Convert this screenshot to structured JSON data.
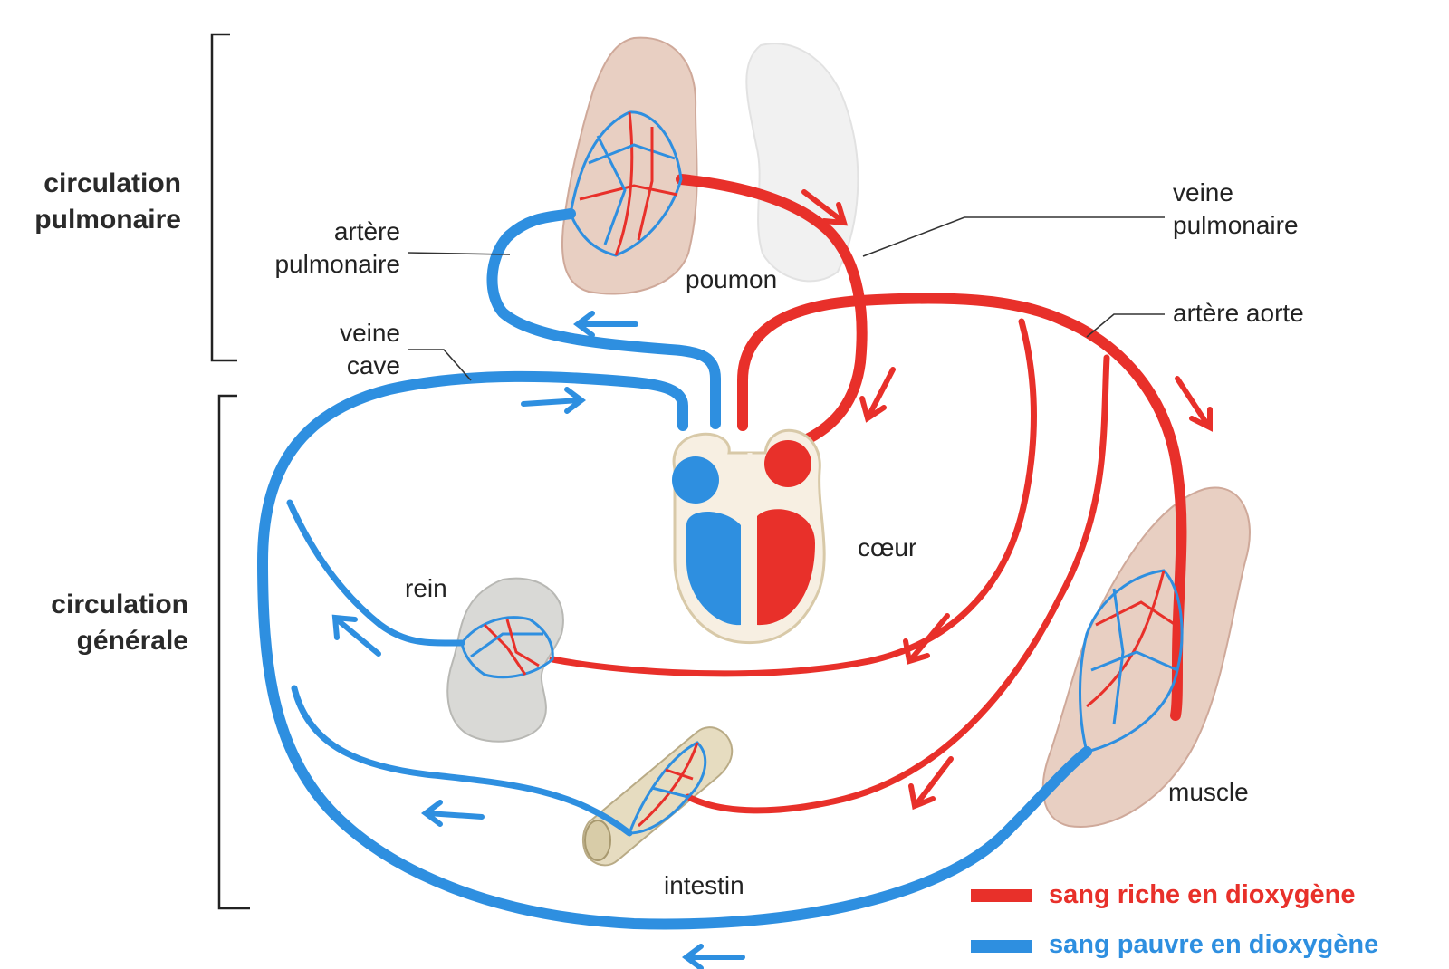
{
  "colors": {
    "oxygen_rich": "#e8302a",
    "oxygen_poor": "#2e8fe0",
    "organ_tissue": "#e8cfc2",
    "lung_white": "#f1f1f1",
    "kidney": "#d9d9d6",
    "intestine": "#e6dcc0",
    "leader_line": "#333333"
  },
  "sections": {
    "pulmonary": [
      "circulation",
      "pulmonaire"
    ],
    "systemic": [
      "circulation",
      "générale"
    ]
  },
  "labels": {
    "pulmonary_artery": [
      "artère",
      "pulmonaire"
    ],
    "pulmonary_vein": [
      "veine",
      "pulmonaire"
    ],
    "lung": "poumon",
    "vena_cava": [
      "veine",
      "cave"
    ],
    "aorta": "artère aorte",
    "heart": "cœur",
    "kidney": "rein",
    "muscle": "muscle",
    "intestine": "intestin"
  },
  "legend": {
    "rich": "sang riche en dioxygène",
    "poor": "sang pauvre en dioxygène"
  }
}
